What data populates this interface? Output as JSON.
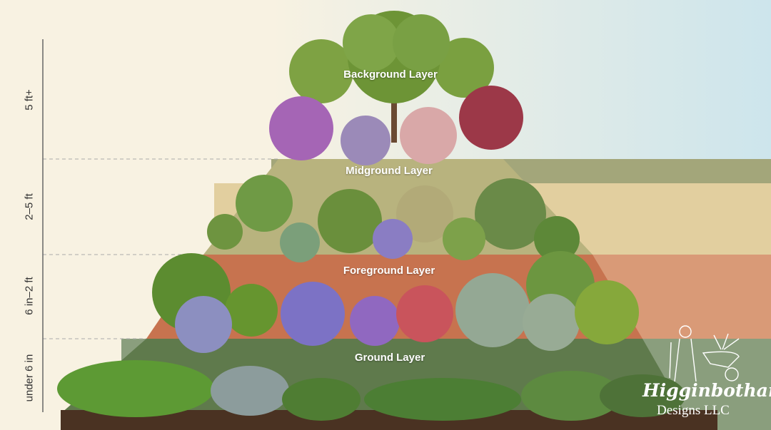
{
  "height_scale": [
    "5 ft+",
    "2–5 ft",
    "6 in–2 ft",
    "under 6 in"
  ],
  "layers": [
    "Background Layer",
    "Midground Layer",
    "Foreground Layer",
    "Ground Layer"
  ],
  "logo": {
    "line1": "Higginbotham",
    "line2": "Designs LLC"
  },
  "colors": {
    "background_band": "#dce9e6",
    "midground_band": "#a3a67a",
    "midground_fill": "#e2cf9f",
    "foreground_band": "#d99a77",
    "ground_band": "#8a9e7d",
    "cream": "#f8f2e2"
  }
}
